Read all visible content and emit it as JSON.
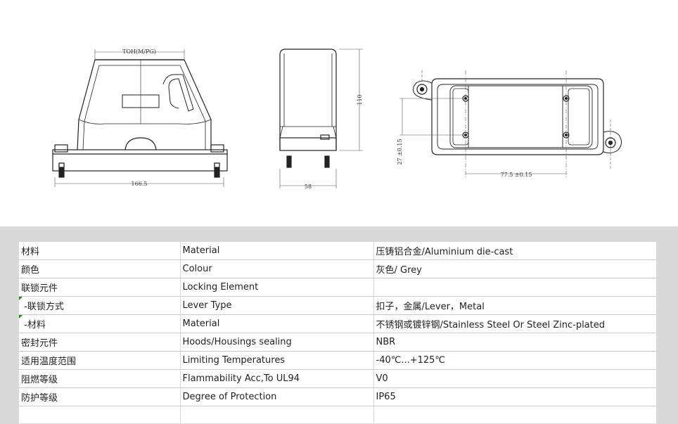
{
  "drawing": {
    "front_top_dim": "TOH(M/PG)",
    "front_width_dim": "166.5",
    "side_height_dim": "110",
    "side_width_dim": "58",
    "top_height_dim": "27 ±0.15",
    "top_width_dim": "77.5 ±0.15"
  },
  "specs": [
    {
      "cn": "材料",
      "en": "Material",
      "value": "压铸铝合金/Aluminium die-cast",
      "mark": false
    },
    {
      "cn": "颜色",
      "en": "Colour",
      "value": "灰色/ Grey",
      "mark": false
    },
    {
      "cn": "联锁元件",
      "en": "Locking Element",
      "value": "",
      "mark": false
    },
    {
      "cn": " -联锁方式",
      "en": "Lever Type",
      "value": "扣子，金属/Lever，Metal",
      "mark": true
    },
    {
      "cn": " -材料",
      "en": "Material",
      "value": "不锈钢或镀锌钢/Stainless Steel Or Steel Zinc-plated",
      "mark": true
    },
    {
      "cn": "密封元件",
      "en": "Hoods/Housings sealing",
      "value": "NBR",
      "mark": false
    },
    {
      "cn": "适用温度范围",
      "en": "Limiting Temperatures",
      "value": "-40℃...+125℃",
      "mark": false
    },
    {
      "cn": "阻燃等级",
      "en": "Flammability Acc,To UL94",
      "value": "V0",
      "mark": false
    },
    {
      "cn": "防护等级",
      "en": "Degree of Protection",
      "value": "IP65",
      "mark": false
    }
  ]
}
